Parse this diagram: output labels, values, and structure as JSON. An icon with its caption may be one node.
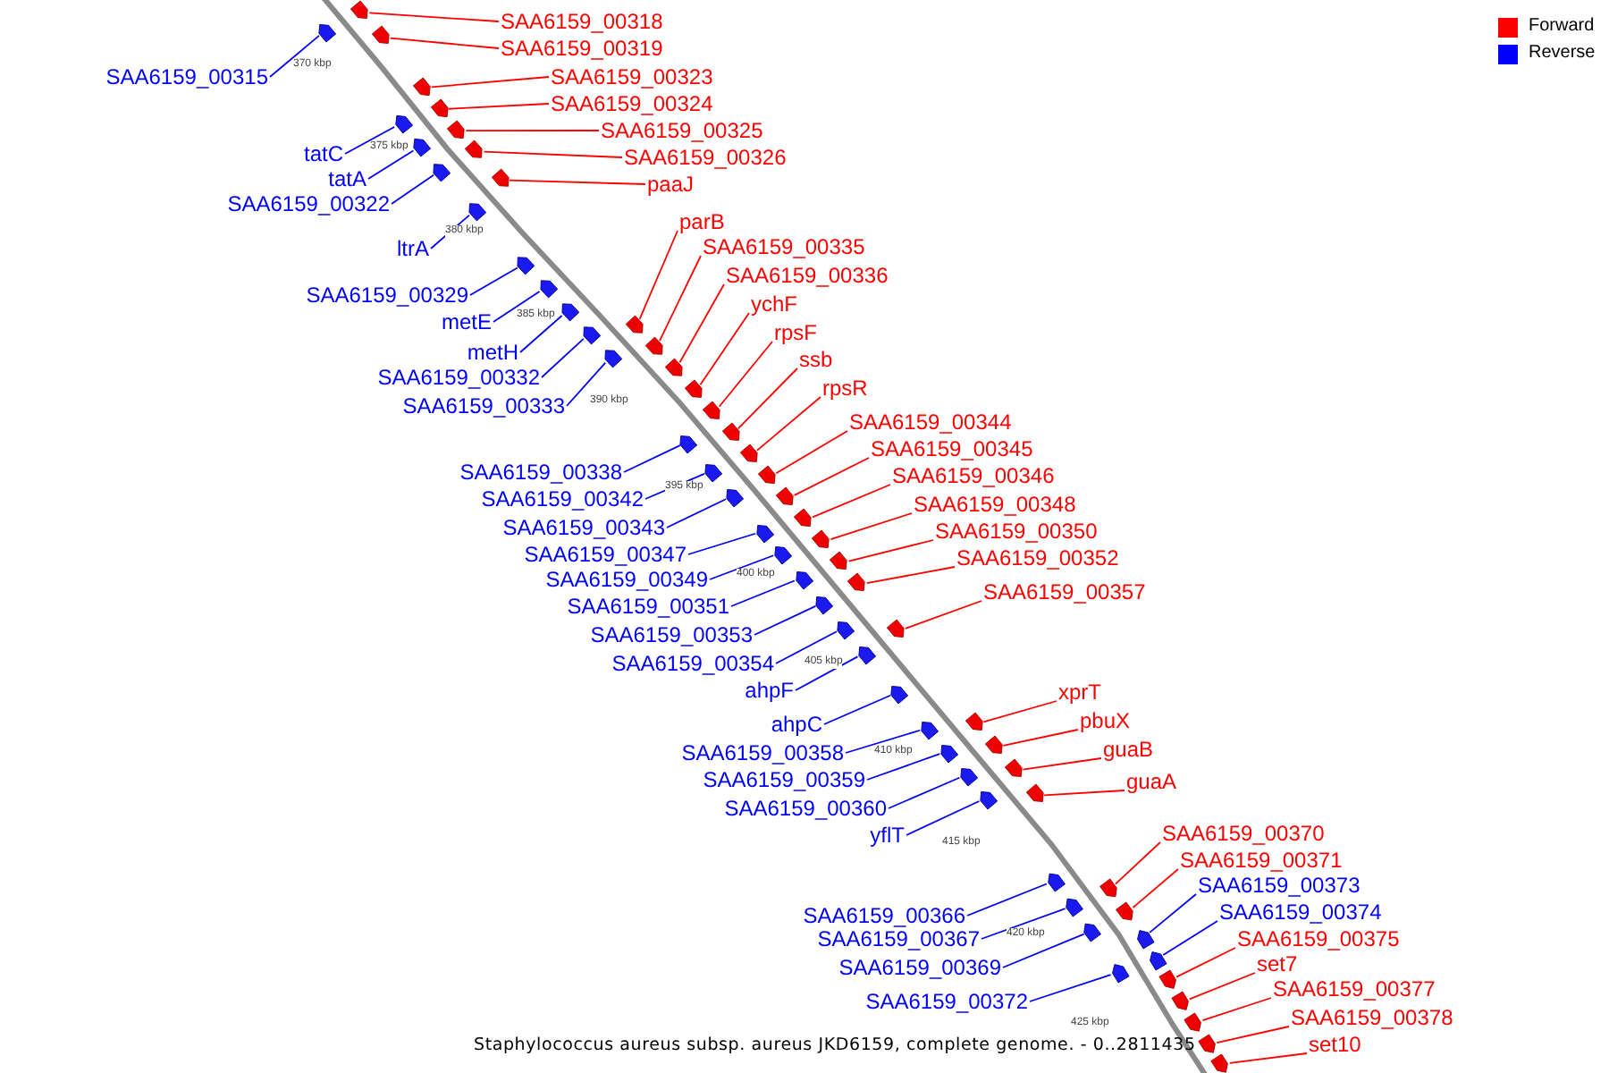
{
  "diagram": {
    "caption": "Staphylococcus aureus subsp. aureus JKD6159, complete genome. - 0..2811435",
    "nodes": [
      {
        "text": [
          "SAA6159_00318"
        ]
      },
      {
        "text": [],
        "shape": "arrow"
      },
      {
        "text": [
          "SAA6159_00319"
        ]
      },
      {
        "text": [],
        "shape": "arrow"
      },
      {
        "text": [
          "SAA6159_00315"
        ]
      },
      {
        "text": [],
        "shape": "arrow"
      },
      {
        "text": [
          "SAA6159_00323"
        ]
      },
      {
        "text": [],
        "shape": "arrow"
      },
      {
        "text": [
          "SAA6159_00324"
        ]
      },
      {
        "text": [],
        "shape": "arrow"
      },
      {
        "text": [
          "SAA6159_00325"
        ]
      },
      {
        "text": [],
        "shape": "arrow"
      },
      {
        "text": [
          "tatC"
        ]
      },
      {
        "text": [],
        "shape": "arrow"
      },
      {
        "text": [
          "SAA6159_00326"
        ]
      },
      {
        "text": [],
        "shape": "arrow"
      },
      {
        "text": [
          "tatA"
        ]
      },
      {
        "text": [],
        "shape": "arrow"
      },
      {
        "text": [
          "paaJ"
        ]
      },
      {
        "text": [],
        "shape": "arrow"
      },
      {
        "text": [
          "SAA6159_00322"
        ]
      },
      {
        "text": [],
        "shape": "arrow"
      },
      {
        "text": [
          "parB"
        ]
      },
      {
        "text": [],
        "shape": "arrow"
      },
      {
        "text": [
          "SAA6159_00335"
        ]
      },
      {
        "text": [],
        "shape": "arrow"
      },
      {
        "text": [
          "ltrA"
        ]
      },
      {
        "text": [],
        "shape": "arrow"
      },
      {
        "text": [
          "SAA6159_00336"
        ]
      },
      {
        "text": [],
        "shape": "arrow"
      },
      {
        "text": [
          "SAA6159_00329"
        ]
      },
      {
        "text": [],
        "shape": "arrow"
      },
      {
        "text": [
          "ychF"
        ]
      },
      {
        "text": [],
        "shape": "arrow"
      },
      {
        "text": [
          "metE"
        ]
      },
      {
        "text": [],
        "shape": "arrow"
      },
      {
        "text": [
          "rpsF"
        ]
      },
      {
        "text": [],
        "shape": "arrow"
      },
      {
        "text": [
          "metH"
        ]
      },
      {
        "text": [],
        "shape": "arrow"
      },
      {
        "text": [
          "ssb"
        ]
      },
      {
        "text": [],
        "shape": "arrow"
      },
      {
        "text": [
          "SAA6159_00332"
        ]
      },
      {
        "text": [],
        "shape": "arrow"
      },
      {
        "text": [
          "rpsR"
        ]
      },
      {
        "text": [],
        "shape": "arrow"
      },
      {
        "text": [
          "SAA6159_00333"
        ]
      },
      {
        "text": [],
        "shape": "arrow"
      },
      {
        "text": [
          "SAA6159_00344"
        ]
      },
      {
        "text": [],
        "shape": "arrow"
      },
      {
        "text": [
          "SAA6159_00345"
        ]
      },
      {
        "text": [],
        "shape": "arrow"
      },
      {
        "text": [
          "SAA6159_00338"
        ]
      },
      {
        "text": [],
        "shape": "arrow"
      },
      {
        "text": [
          "SAA6159_00346"
        ]
      },
      {
        "text": [],
        "shape": "arrow"
      },
      {
        "text": [
          "SAA6159_00342"
        ]
      },
      {
        "text": [],
        "shape": "arrow"
      },
      {
        "text": [
          "SAA6159_00348"
        ]
      },
      {
        "text": [],
        "shape": "arrow"
      },
      {
        "text": [
          "SAA6159_00343"
        ]
      },
      {
        "text": [],
        "shape": "arrow"
      },
      {
        "text": [
          "SAA6159_00350"
        ]
      },
      {
        "text": [],
        "shape": "arrow"
      },
      {
        "text": [
          "SAA6159_00347"
        ]
      },
      {
        "text": [],
        "shape": "arrow"
      },
      {
        "text": [
          "SAA6159_00352"
        ]
      },
      {
        "text": [],
        "shape": "arrow"
      },
      {
        "text": [
          "SAA6159_00349"
        ]
      },
      {
        "text": [],
        "shape": "arrow"
      },
      {
        "text": [
          "SAA6159_00357"
        ]
      },
      {
        "text": [],
        "shape": "arrow"
      },
      {
        "text": [
          "SAA6159_00351"
        ]
      },
      {
        "text": [],
        "shape": "arrow"
      },
      {
        "text": [
          "SAA6159_00353"
        ]
      },
      {
        "text": [],
        "shape": "arrow"
      },
      {
        "text": [
          "SAA6159_00354"
        ]
      },
      {
        "text": [],
        "shape": "arrow"
      },
      {
        "text": [
          "ahpF"
        ]
      },
      {
        "text": [],
        "shape": "arrow"
      },
      {
        "text": [
          "xprT"
        ]
      },
      {
        "text": [],
        "shape": "arrow"
      },
      {
        "text": [
          "pbuX"
        ]
      },
      {
        "text": [],
        "shape": "arrow"
      },
      {
        "text": [
          "ahpC"
        ]
      },
      {
        "text": [],
        "shape": "arrow"
      },
      {
        "text": [
          "guaB"
        ]
      },
      {
        "text": [],
        "shape": "arrow"
      },
      {
        "text": [
          "SAA6159_00358"
        ]
      },
      {
        "text": [],
        "shape": "arrow"
      },
      {
        "text": [
          "SAA6159_00359"
        ]
      },
      {
        "text": [],
        "shape": "arrow"
      },
      {
        "text": [
          "guaA"
        ]
      },
      {
        "text": [],
        "shape": "arrow"
      },
      {
        "text": [
          "SAA6159_00360"
        ]
      },
      {
        "text": [],
        "shape": "arrow"
      },
      {
        "text": [
          "SAA6159_00370"
        ]
      },
      {
        "text": [],
        "shape": "arrow"
      },
      {
        "text": [
          "yflT"
        ]
      },
      {
        "text": [],
        "shape": "arrow"
      },
      {
        "text": [
          "SAA6159_00371"
        ]
      },
      {
        "text": [],
        "shape": "arrow"
      },
      {
        "text": [
          "SAA6159_00373"
        ]
      },
      {
        "text": [],
        "shape": "arrow"
      },
      {
        "text": [
          "SAA6159_00374"
        ]
      },
      {
        "text": [],
        "shape": "arrow"
      },
      {
        "text": [
          "SAA6159_00366"
        ]
      },
      {
        "text": [],
        "shape": "arrow"
      },
      {
        "text": [
          "SAA6159_00375"
        ]
      },
      {
        "text": [],
        "shape": "arrow"
      },
      {
        "text": [
          "SAA6159_00367"
        ]
      },
      {
        "text": [],
        "shape": "arrow"
      },
      {
        "text": [
          "set7"
        ]
      },
      {
        "text": [],
        "shape": "arrow"
      },
      {
        "text": [
          "SAA6159_00369"
        ]
      },
      {
        "text": [],
        "shape": "arrow"
      },
      {
        "text": [
          "SAA6159_00377"
        ]
      },
      {
        "text": [],
        "shape": "arrow"
      },
      {
        "text": [
          "SAA6159_00372"
        ]
      },
      {
        "text": [],
        "shape": "arrow"
      },
      {
        "text": [
          "SAA6159_00378"
        ]
      },
      {
        "text": [],
        "shape": "arrow"
      },
      {
        "text": [
          "set10"
        ]
      },
      {
        "text": [],
        "shape": "arrow"
      }
    ],
    "edges": [
      {
        "from": 0,
        "to": 1,
        "arrow": "none"
      },
      {
        "from": 2,
        "to": 3,
        "arrow": "none"
      },
      {
        "from": 4,
        "to": 5,
        "arrow": "none",
        "color": "#0000ff"
      },
      {
        "from": 6,
        "to": 7,
        "arrow": "none"
      },
      {
        "from": 8,
        "to": 9,
        "arrow": "none"
      },
      {
        "from": 10,
        "to": 11,
        "arrow": "none"
      },
      {
        "from": 12,
        "to": 13,
        "arrow": "none",
        "color": "#0000ff"
      },
      {
        "from": 14,
        "to": 15,
        "arrow": "none"
      },
      {
        "from": 16,
        "to": 17,
        "arrow": "none",
        "color": "#0000ff"
      },
      {
        "from": 18,
        "to": 19,
        "arrow": "none"
      },
      {
        "from": 20,
        "to": 21,
        "arrow": "none",
        "color": "#0000ff"
      },
      {
        "from": 22,
        "to": 23,
        "arrow": "none"
      },
      {
        "from": 24,
        "to": 25,
        "arrow": "none"
      },
      {
        "from": 26,
        "to": 27,
        "arrow": "none",
        "color": "#0000ff"
      },
      {
        "from": 28,
        "to": 29,
        "arrow": "none"
      },
      {
        "from": 30,
        "to": 31,
        "arrow": "none",
        "color": "#0000ff"
      },
      {
        "from": 32,
        "to": 33,
        "arrow": "none"
      },
      {
        "from": 34,
        "to": 35,
        "arrow": "none",
        "color": "#0000ff"
      },
      {
        "from": 36,
        "to": 37,
        "arrow": "none"
      },
      {
        "from": 38,
        "to": 39,
        "arrow": "none",
        "color": "#0000ff"
      },
      {
        "from": 40,
        "to": 41,
        "arrow": "none"
      },
      {
        "from": 42,
        "to": 43,
        "arrow": "none",
        "color": "#0000ff"
      },
      {
        "from": 44,
        "to": 45,
        "arrow": "none"
      },
      {
        "from": 46,
        "to": 47,
        "arrow": "none",
        "color": "#0000ff"
      },
      {
        "from": 48,
        "to": 49,
        "arrow": "none"
      },
      {
        "from": 50,
        "to": 51,
        "arrow": "none"
      },
      {
        "from": 52,
        "to": 53,
        "arrow": "none",
        "color": "#0000ff"
      },
      {
        "from": 54,
        "to": 55,
        "arrow": "none"
      },
      {
        "from": 56,
        "to": 57,
        "arrow": "none",
        "color": "#0000ff"
      },
      {
        "from": 58,
        "to": 59,
        "arrow": "none"
      },
      {
        "from": 60,
        "to": 61,
        "arrow": "none",
        "color": "#0000ff"
      },
      {
        "from": 62,
        "to": 63,
        "arrow": "none"
      },
      {
        "from": 64,
        "to": 65,
        "arrow": "none",
        "color": "#0000ff"
      },
      {
        "from": 66,
        "to": 67,
        "arrow": "none"
      },
      {
        "from": 68,
        "to": 69,
        "arrow": "none",
        "color": "#0000ff"
      },
      {
        "from": 70,
        "to": 71,
        "arrow": "none"
      },
      {
        "from": 72,
        "to": 73,
        "arrow": "none",
        "color": "#0000ff"
      },
      {
        "from": 74,
        "to": 75,
        "arrow": "none",
        "color": "#0000ff"
      },
      {
        "from": 76,
        "to": 77,
        "arrow": "none",
        "color": "#0000ff"
      },
      {
        "from": 78,
        "to": 79,
        "arrow": "none",
        "color": "#0000ff"
      },
      {
        "from": 80,
        "to": 81,
        "arrow": "none"
      },
      {
        "from": 82,
        "to": 83,
        "arrow": "none"
      },
      {
        "from": 84,
        "to": 85,
        "arrow": "none",
        "color": "#0000ff"
      },
      {
        "from": 86,
        "to": 87,
        "arrow": "none"
      },
      {
        "from": 88,
        "to": 89,
        "arrow": "none",
        "color": "#0000ff"
      },
      {
        "from": 90,
        "to": 91,
        "arrow": "none",
        "color": "#0000ff"
      },
      {
        "from": 92,
        "to": 93,
        "arrow": "none"
      },
      {
        "from": 94,
        "to": 95,
        "arrow": "none",
        "color": "#0000ff"
      },
      {
        "from": 96,
        "to": 97,
        "arrow": "none"
      },
      {
        "from": 98,
        "to": 99,
        "arrow": "none",
        "color": "#0000ff"
      },
      {
        "from": 100,
        "to": 101,
        "arrow": "none"
      },
      {
        "from": 102,
        "to": 103,
        "arrow": "none",
        "color": "#0000ff"
      },
      {
        "from": 104,
        "to": 105,
        "arrow": "none",
        "color": "#0000ff"
      },
      {
        "from": 106,
        "to": 107,
        "arrow": "none",
        "color": "#0000ff"
      },
      {
        "from": 108,
        "to": 109,
        "arrow": "none"
      },
      {
        "from": 110,
        "to": 111,
        "arrow": "none",
        "color": "#0000ff"
      },
      {
        "from": 112,
        "to": 113,
        "arrow": "none"
      },
      {
        "from": 114,
        "to": 115,
        "arrow": "none",
        "color": "#0000ff"
      },
      {
        "from": 116,
        "to": 117,
        "arrow": "none"
      },
      {
        "from": 118,
        "to": 119,
        "arrow": "none",
        "color": "#0000ff"
      },
      {
        "from": 120,
        "to": 121,
        "arrow": "none"
      },
      {
        "from": 122,
        "to": 123,
        "arrow": "none"
      }
    ],
    "labels": [
      "370 kbp",
      "375 kbp",
      "380 kbp",
      "385 kbp",
      "390 kbp",
      "395 kbp",
      "400 kbp",
      "405 kbp",
      "410 kbp",
      "415 kbp",
      "420 kbp",
      "425 kbp"
    ],
    "legend": [
      {
        "text": "Forward",
        "color": "#ff0000"
      },
      {
        "text": "Reverse",
        "color": "#0000ff"
      }
    ]
  }
}
